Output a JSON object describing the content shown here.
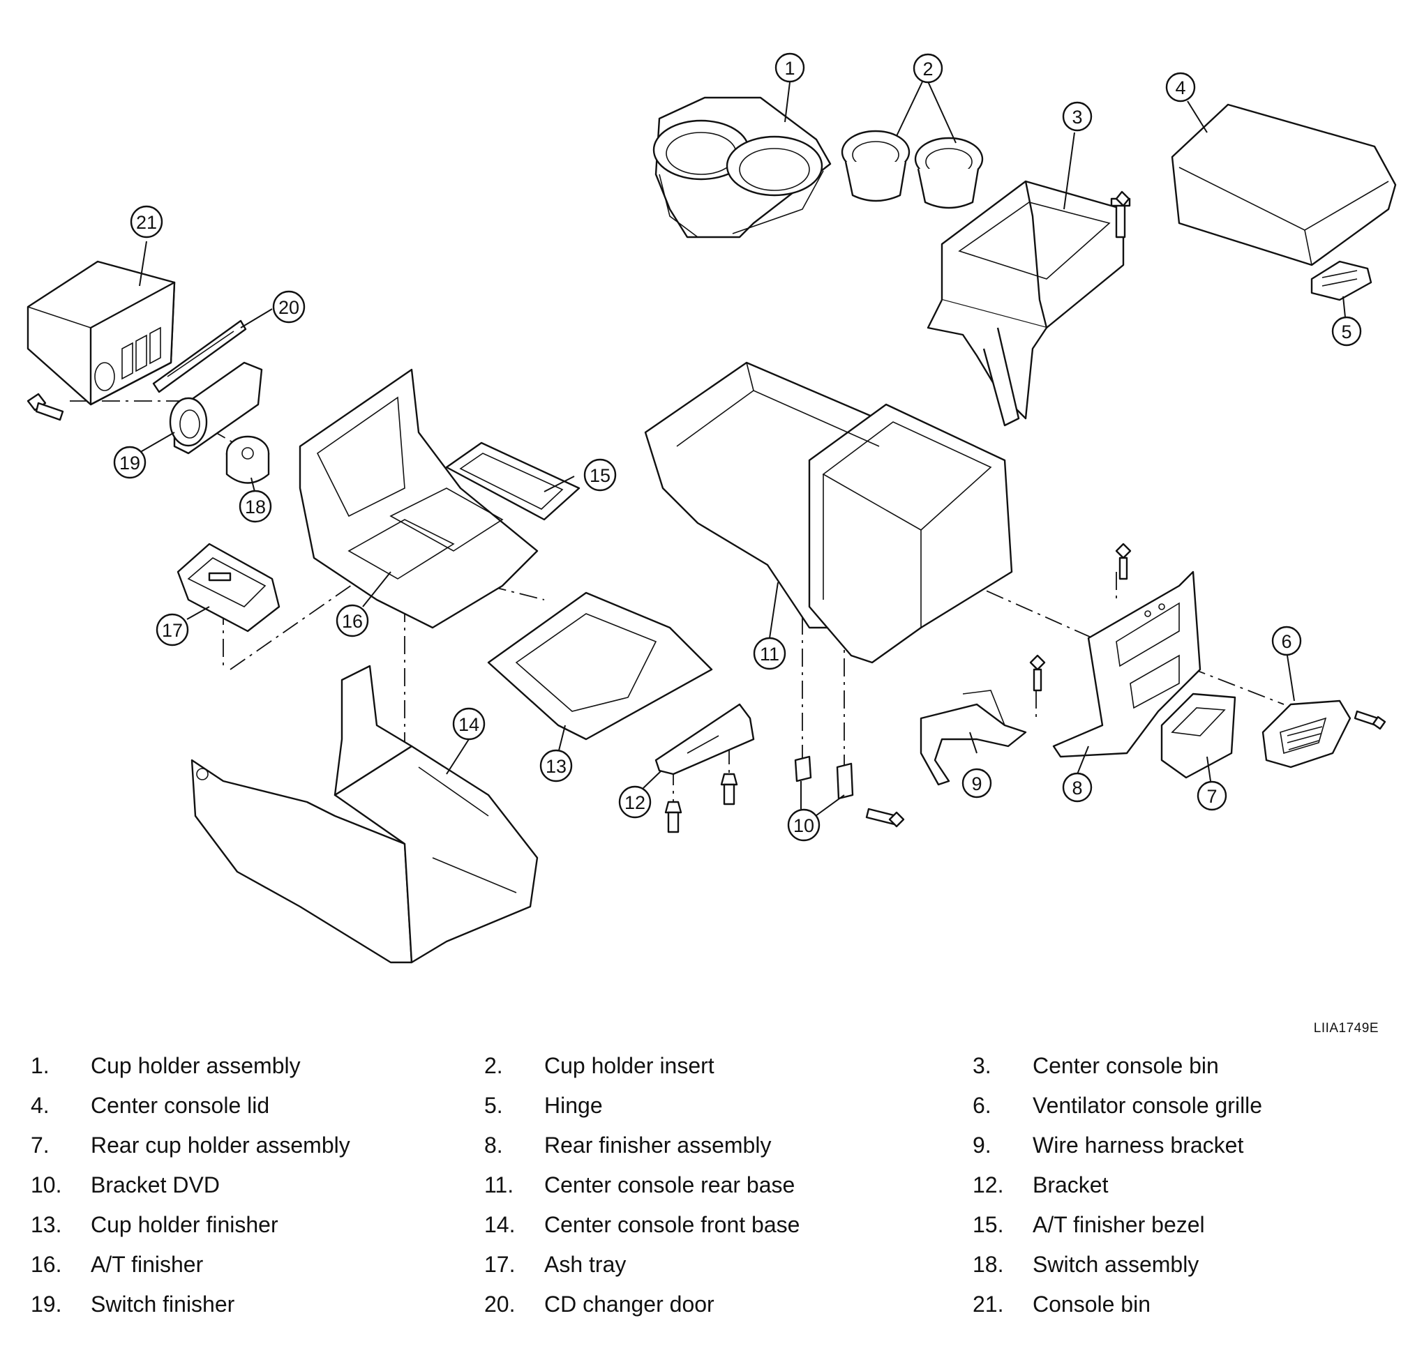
{
  "figure_code": "LIIA1749E",
  "callouts": [
    "1",
    "2",
    "3",
    "4",
    "5",
    "6",
    "7",
    "8",
    "9",
    "10",
    "11",
    "12",
    "13",
    "14",
    "15",
    "16",
    "17",
    "18",
    "19",
    "20",
    "21"
  ],
  "legend": [
    {
      "num": "1.",
      "label": "Cup holder assembly"
    },
    {
      "num": "2.",
      "label": "Cup holder insert"
    },
    {
      "num": "3.",
      "label": "Center console bin"
    },
    {
      "num": "4.",
      "label": "Center console lid"
    },
    {
      "num": "5.",
      "label": "Hinge"
    },
    {
      "num": "6.",
      "label": "Ventilator console grille"
    },
    {
      "num": "7.",
      "label": "Rear cup holder assembly"
    },
    {
      "num": "8.",
      "label": "Rear finisher assembly"
    },
    {
      "num": "9.",
      "label": "Wire harness bracket"
    },
    {
      "num": "10.",
      "label": "Bracket DVD"
    },
    {
      "num": "11.",
      "label": "Center console rear base"
    },
    {
      "num": "12.",
      "label": "Bracket"
    },
    {
      "num": "13.",
      "label": "Cup holder finisher"
    },
    {
      "num": "14.",
      "label": "Center console front base"
    },
    {
      "num": "15.",
      "label": "A/T finisher bezel"
    },
    {
      "num": "16.",
      "label": "A/T finisher"
    },
    {
      "num": "17.",
      "label": "Ash tray"
    },
    {
      "num": "18.",
      "label": "Switch assembly"
    },
    {
      "num": "19.",
      "label": "Switch finisher"
    },
    {
      "num": "20.",
      "label": "CD changer door"
    },
    {
      "num": "21.",
      "label": "Console bin"
    }
  ]
}
